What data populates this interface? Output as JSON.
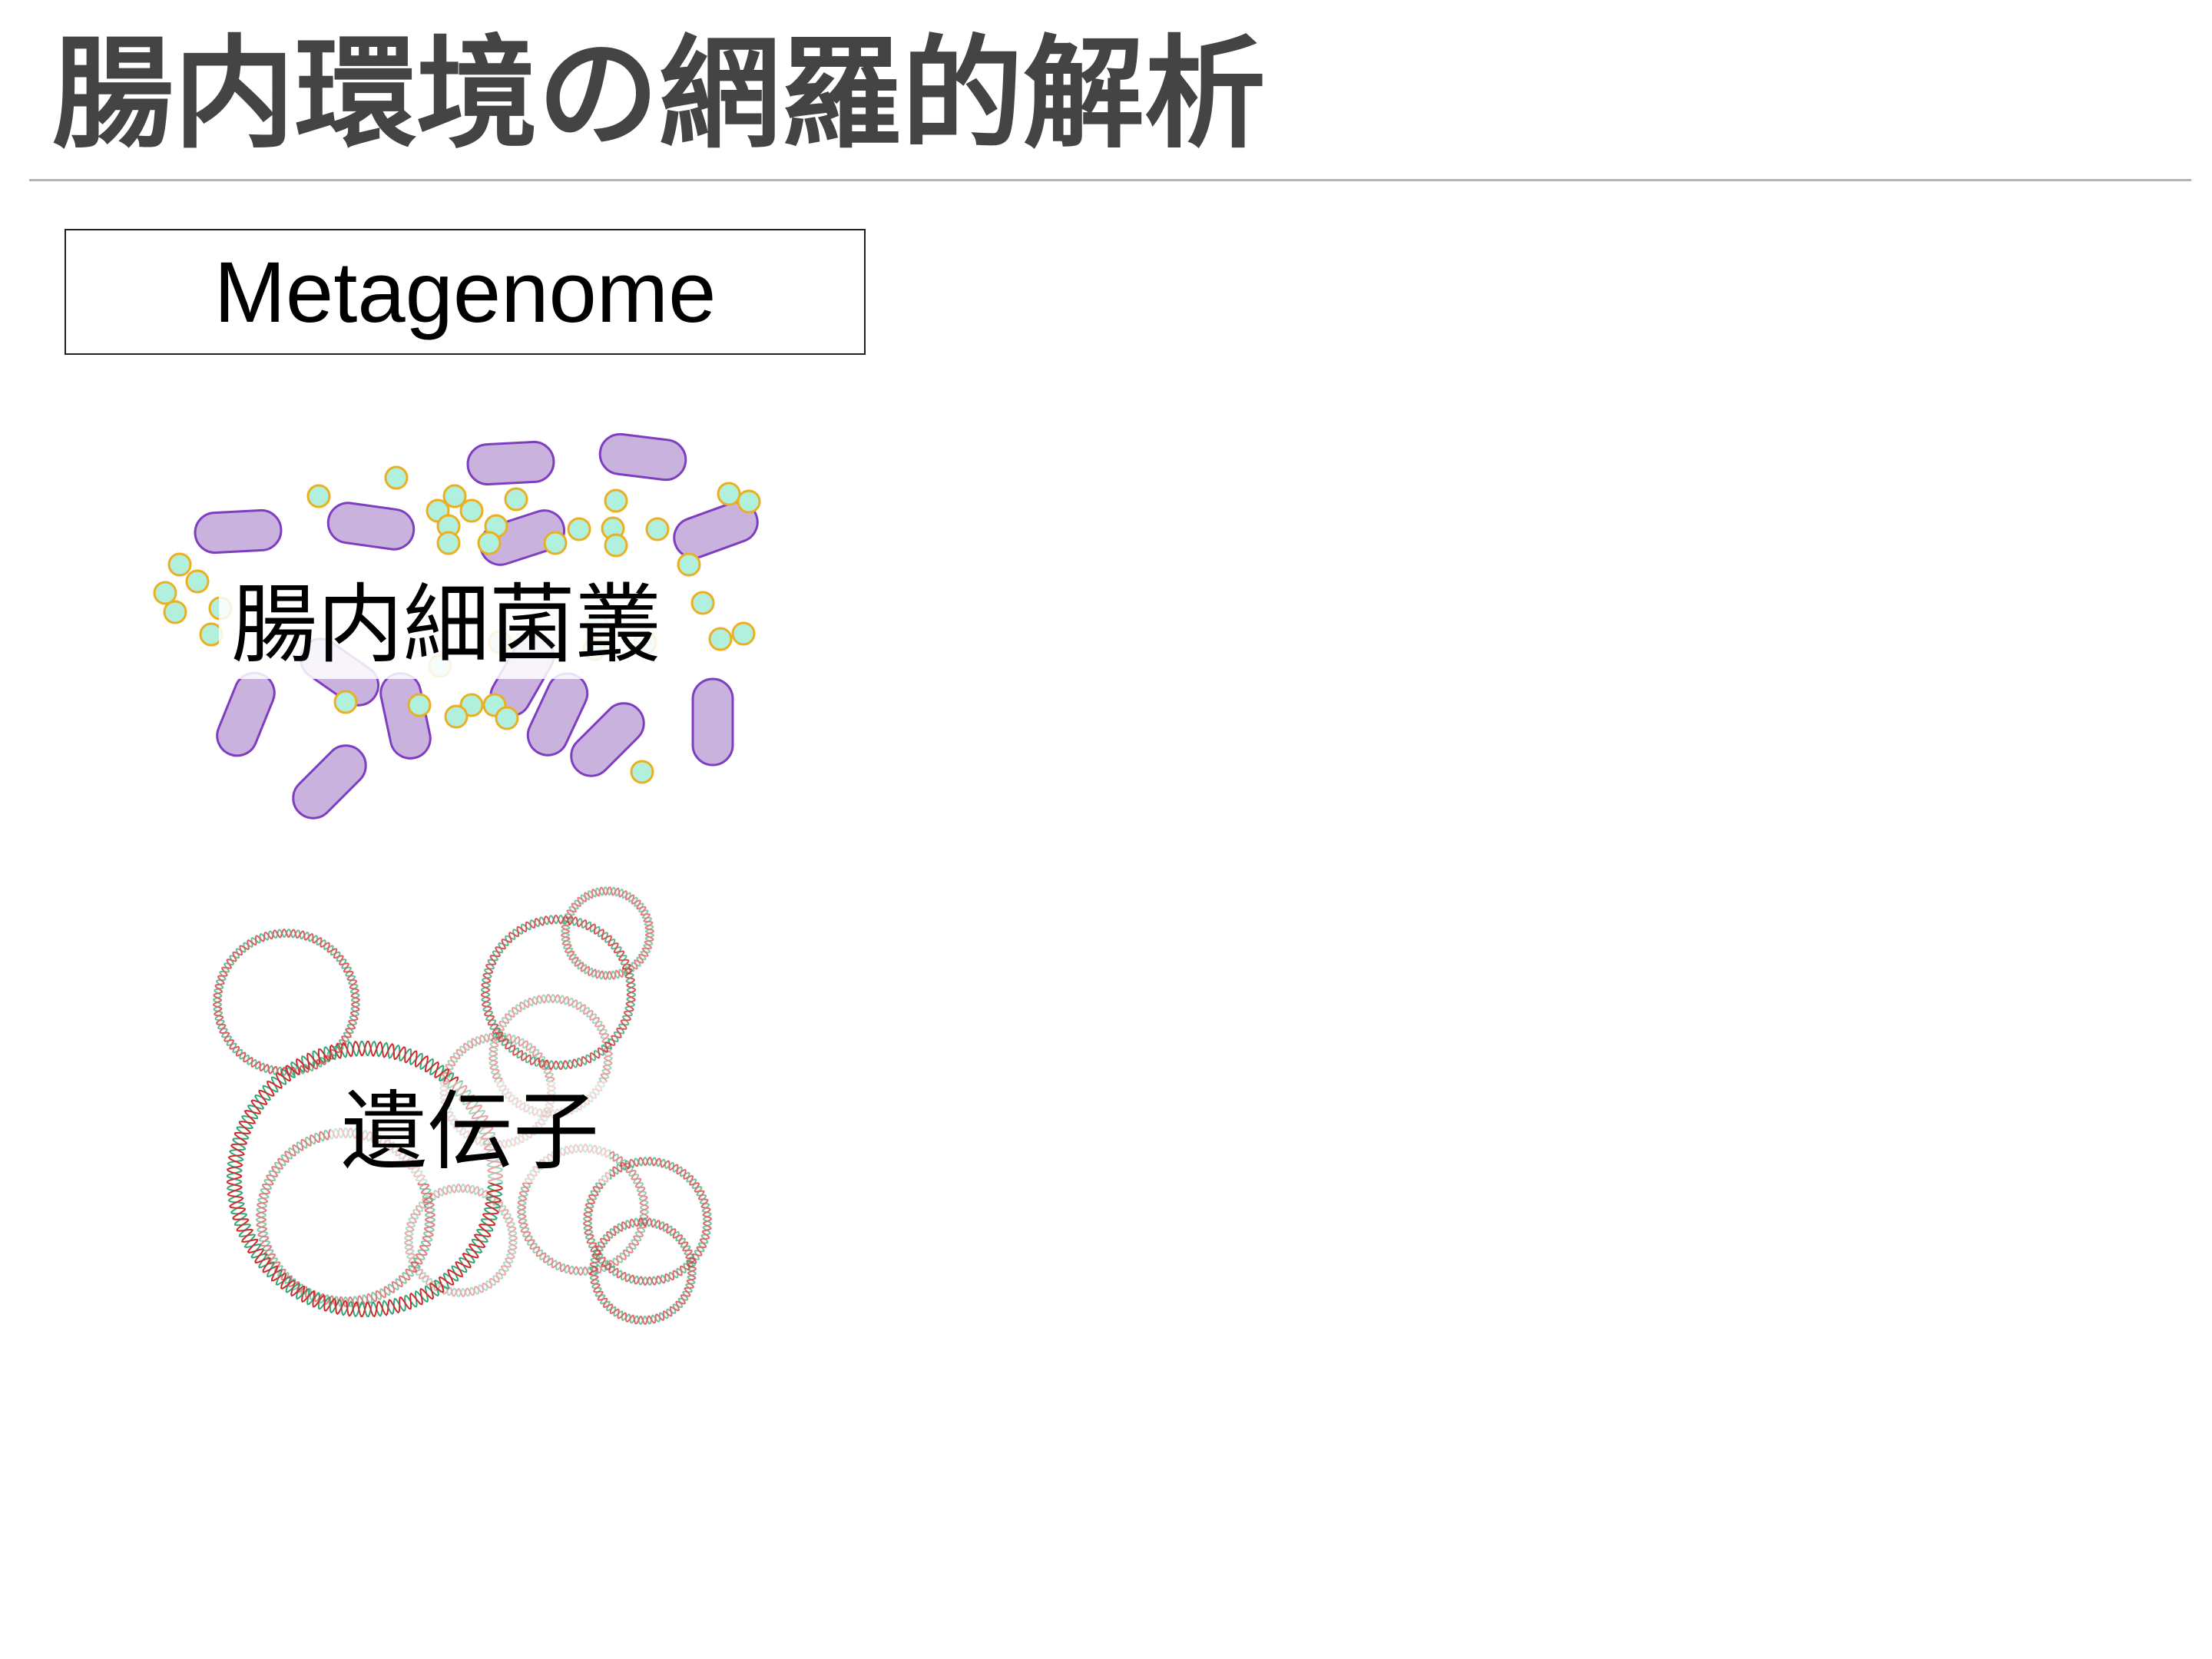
{
  "slide": {
    "title": "腸内環境の網羅的解析",
    "method_label": "Metagenome"
  },
  "figures": {
    "bacteria": {
      "label": "腸内細菌叢",
      "icon": "rod-and-coccus-bacteria-icon",
      "colors": {
        "rod_fill": "#c9b2dd",
        "rod_stroke": "#7e3ec0",
        "coccus_fill": "#b2f0de",
        "coccus_stroke": "#eab021"
      }
    },
    "genes": {
      "label": "遺伝子",
      "icon": "circular-dna-genome-icon",
      "colors": {
        "strand_a": "#d22a2a",
        "strand_b": "#35a67a"
      }
    }
  },
  "colors": {
    "title": "#444444",
    "rule": "#b3b3b3",
    "box_border": "#222222"
  }
}
